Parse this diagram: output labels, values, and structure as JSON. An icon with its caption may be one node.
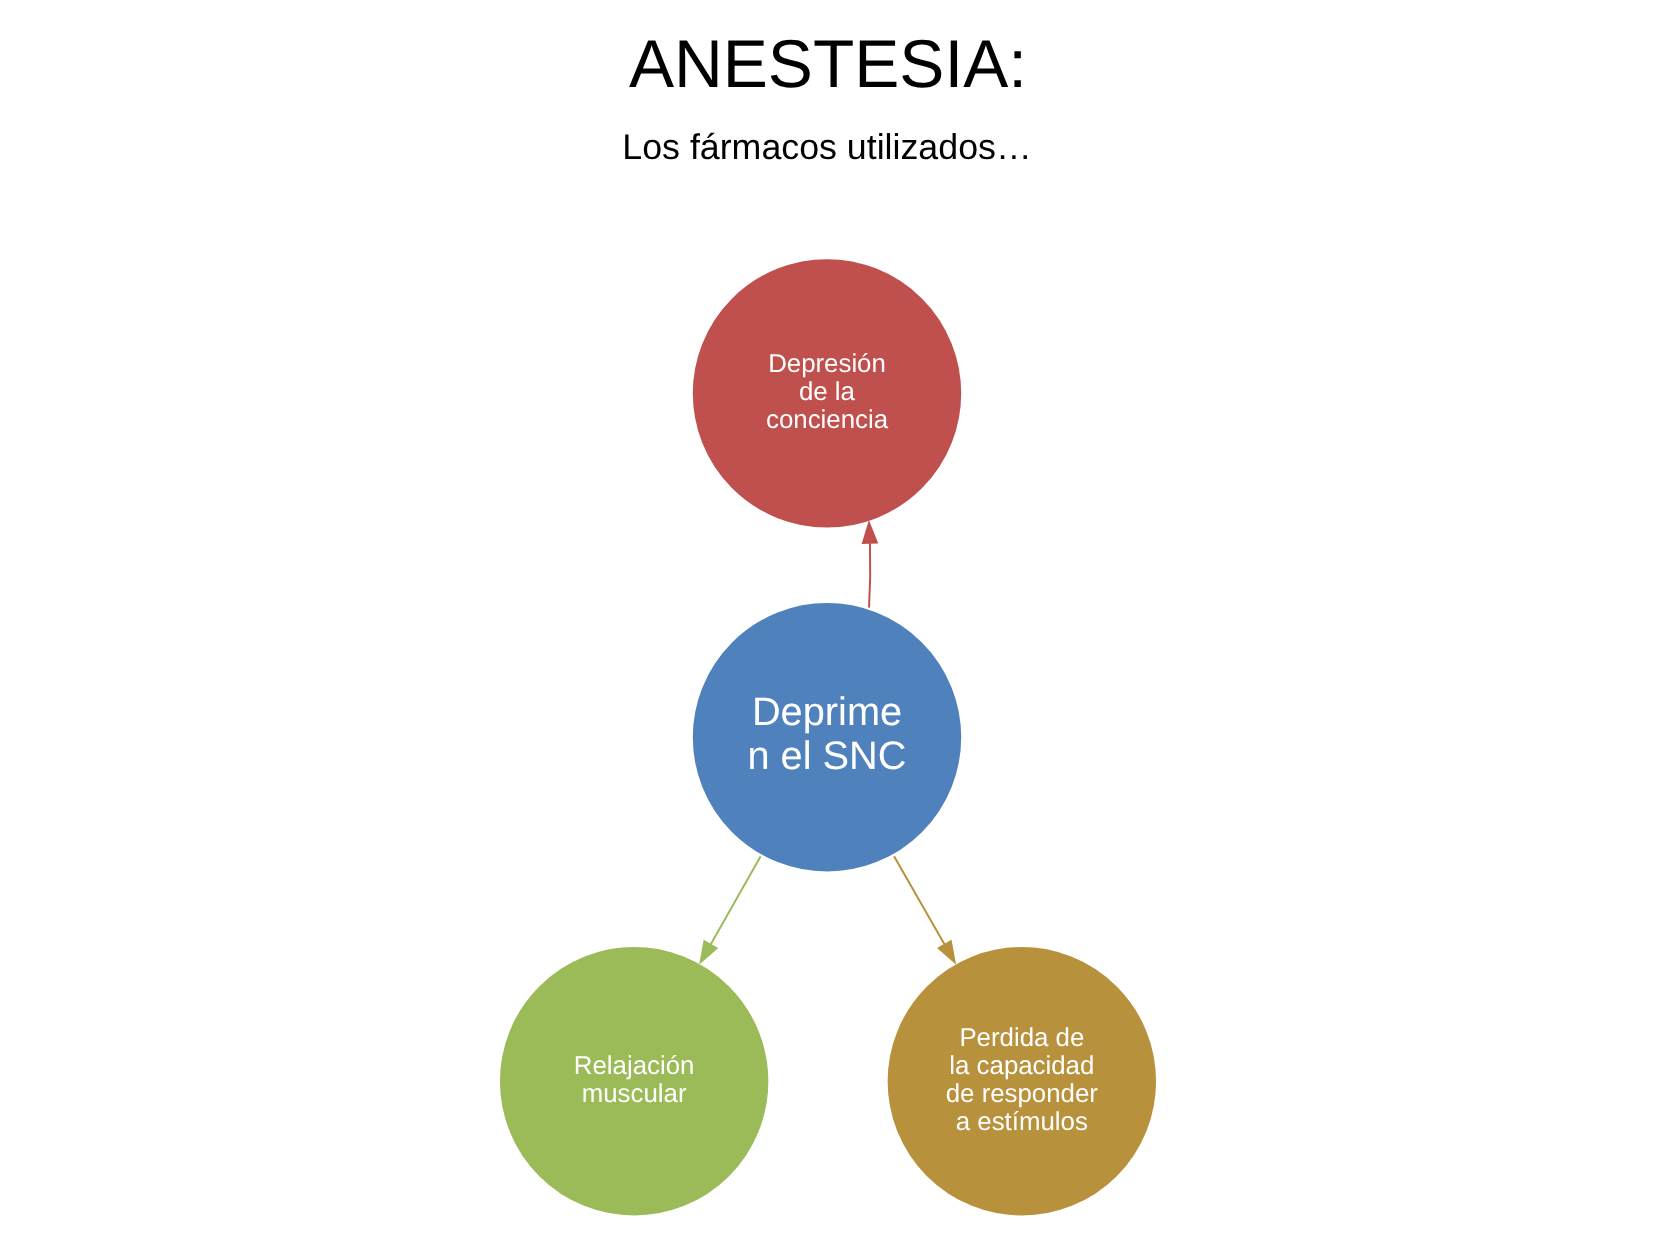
{
  "diagram": {
    "title": "ANESTESIA:",
    "nodes": [
      {
        "text": [
          "Deprime n el SNC"
        ]
      },
      {
        "text": [
          "Depresión de la conciencia"
        ]
      },
      {
        "text": [
          "Relajación muscular"
        ]
      },
      {
        "text": [
          "Perdida de la capacidad de responder a estímulos"
        ]
      }
    ],
    "edges": [
      {
        "from": 0,
        "to": 1,
        "arrow": "to",
        "color": "#c0504d"
      },
      {
        "from": 0,
        "to": 2,
        "arrow": "to",
        "color": "#9bbb59"
      },
      {
        "from": 0,
        "to": 3,
        "arrow": "to",
        "color": "#b8913d"
      }
    ],
    "labels": [
      "Los fármacos utilizados…"
    ]
  }
}
